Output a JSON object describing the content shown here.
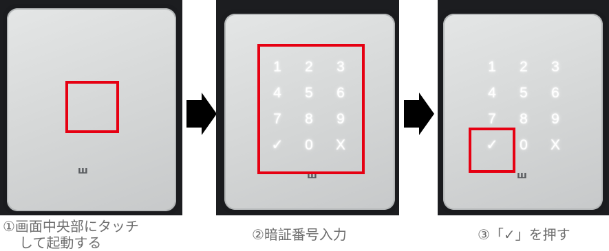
{
  "steps": [
    {
      "caption_line1": "①画面中央部にタッチ",
      "caption_line2": "して起動する"
    },
    {
      "caption": "②暗証番号入力"
    },
    {
      "caption": "③「✓」を押す"
    }
  ],
  "keypad": {
    "keys": [
      "1",
      "2",
      "3",
      "4",
      "5",
      "6",
      "7",
      "8",
      "9",
      "✓",
      "0",
      "X"
    ]
  },
  "colors": {
    "highlight": "#e60012",
    "arrow": "#000000",
    "caption": "#6e6e6e"
  },
  "icons": {
    "logo": "lock-brand-logo-icon",
    "arrow": "right-arrow-icon"
  }
}
